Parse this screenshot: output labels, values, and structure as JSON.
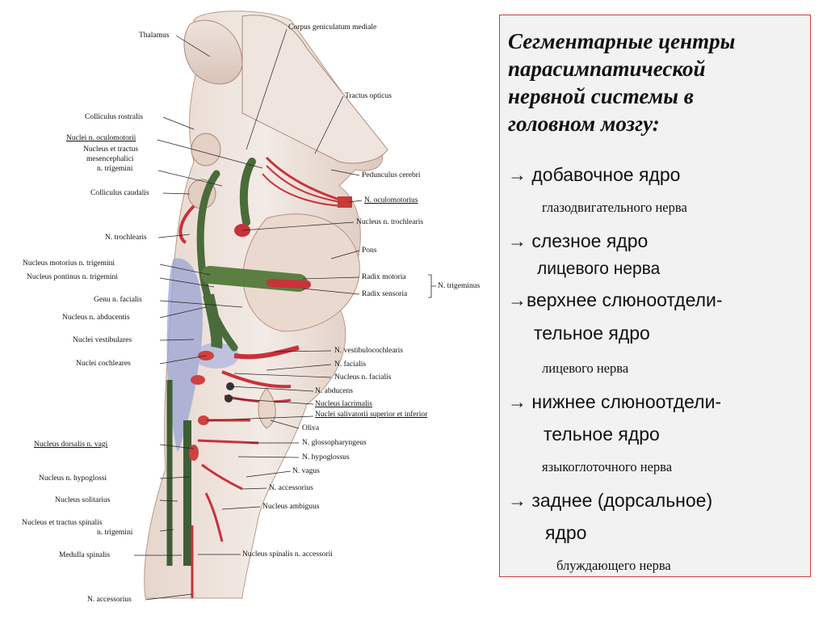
{
  "diagram": {
    "labels": {
      "thalamus": "Thalamus",
      "corpus_geniculatum": "Corpus geniculatum mediale",
      "tractus_opticus": "Tractus opticus",
      "colliculus_rostralis": "Colliculus rostralis",
      "nuclei_oculomotorii": "Nuclei n. oculomotorii",
      "nucleus_tractus_mes_1": "Nucleus et tractus",
      "nucleus_tractus_mes_2": "mesencephalici",
      "nucleus_tractus_mes_3": "n. trigemini",
      "pedunculus": "Pedunculus cerebri",
      "colliculus_caudalis": "Colliculus caudalis",
      "n_oculomotorius": "N. oculomotorius",
      "nucleus_trochlearis": "Nucleus n. trochlearis",
      "n_trochlearis": "N. trochlearis",
      "pons": "Pons",
      "nucleus_motorius_trig": "Nucleus motorius n. trigemini",
      "nucleus_pontinus_trig": "Nucleus pontinus n. trigemini",
      "radix_motoria": "Radix motoria",
      "radix_sensoria": "Radix sensoria",
      "n_trigeminus": "N. trigeminus",
      "genu_facialis": "Genu n. facialis",
      "nucleus_abducentis": "Nucleus n. abducentis",
      "nuclei_vestibulares": "Nuclei vestibulares",
      "n_vestibulocochlearis": "N. vestibulocochlearis",
      "nuclei_cochleares": "Nuclei cochleares",
      "n_facialis": "N. facialis",
      "nucleus_facialis": "Nucleus n. facialis",
      "n_abducens": "N. abducens",
      "nucleus_lacrimalis": "Nucleus lacrimalis",
      "nuclei_salivatorii": "Nuclei salivatorii  superior et inferior",
      "oliva": "Oliva",
      "nucleus_dorsalis_vagi": "Nucleus dorsalis n. vagi",
      "n_glossopharyngeus": "N. glossopharyngeus",
      "n_hypoglossus": "N. hypoglossus",
      "nucleus_hypoglossi": "Nucleus n. hypoglossi",
      "n_vagus": "N. vagus",
      "nucleus_solitarius": "Nucleus solitarius",
      "n_accessorius": "N. accessorius",
      "nucleus_ambiguus": "Nucleus ambiguus",
      "nucleus_spinalis_trig_1": "Nucleus et tractus spinalis",
      "nucleus_spinalis_trig_2": "n. trigemini",
      "medulla_spinalis": "Medulla spinalis",
      "nucleus_spinalis_accessorii": "Nucleus spinalis n. accessorii",
      "n_accessorius_bottom": "N. accessorius"
    }
  },
  "text_panel": {
    "heading": [
      "Сегментарные центры",
      "парасимпатической",
      "нервной системы в",
      "головном мозгу:"
    ],
    "items": [
      "→ добавочное ядро",
      "глазодвигательного нерва",
      "→  слезное ядро",
      "лицевого нерва",
      "→верхнее слюноотдели-",
      "тельное ядро",
      "лицевого нерва",
      "→ нижнее слюноотдели-",
      "тельное ядро",
      "языкоглоточного нерва",
      "→ заднее (дорсальное)",
      "ядро",
      "блуждающего нерва"
    ],
    "border_color": "#d23a3a"
  }
}
